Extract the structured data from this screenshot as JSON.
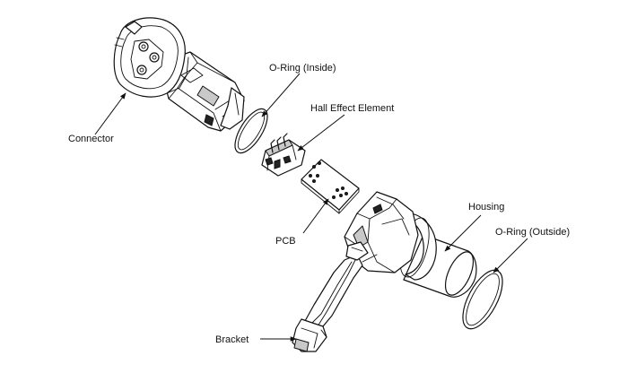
{
  "labels": {
    "connector": "Connector",
    "o_ring_inside": "O-Ring (Inside)",
    "hall_effect_element": "Hall Effect Element",
    "pcb": "PCB",
    "housing": "Housing",
    "o_ring_outside": "O-Ring (Outside)",
    "bracket": "Bracket"
  }
}
